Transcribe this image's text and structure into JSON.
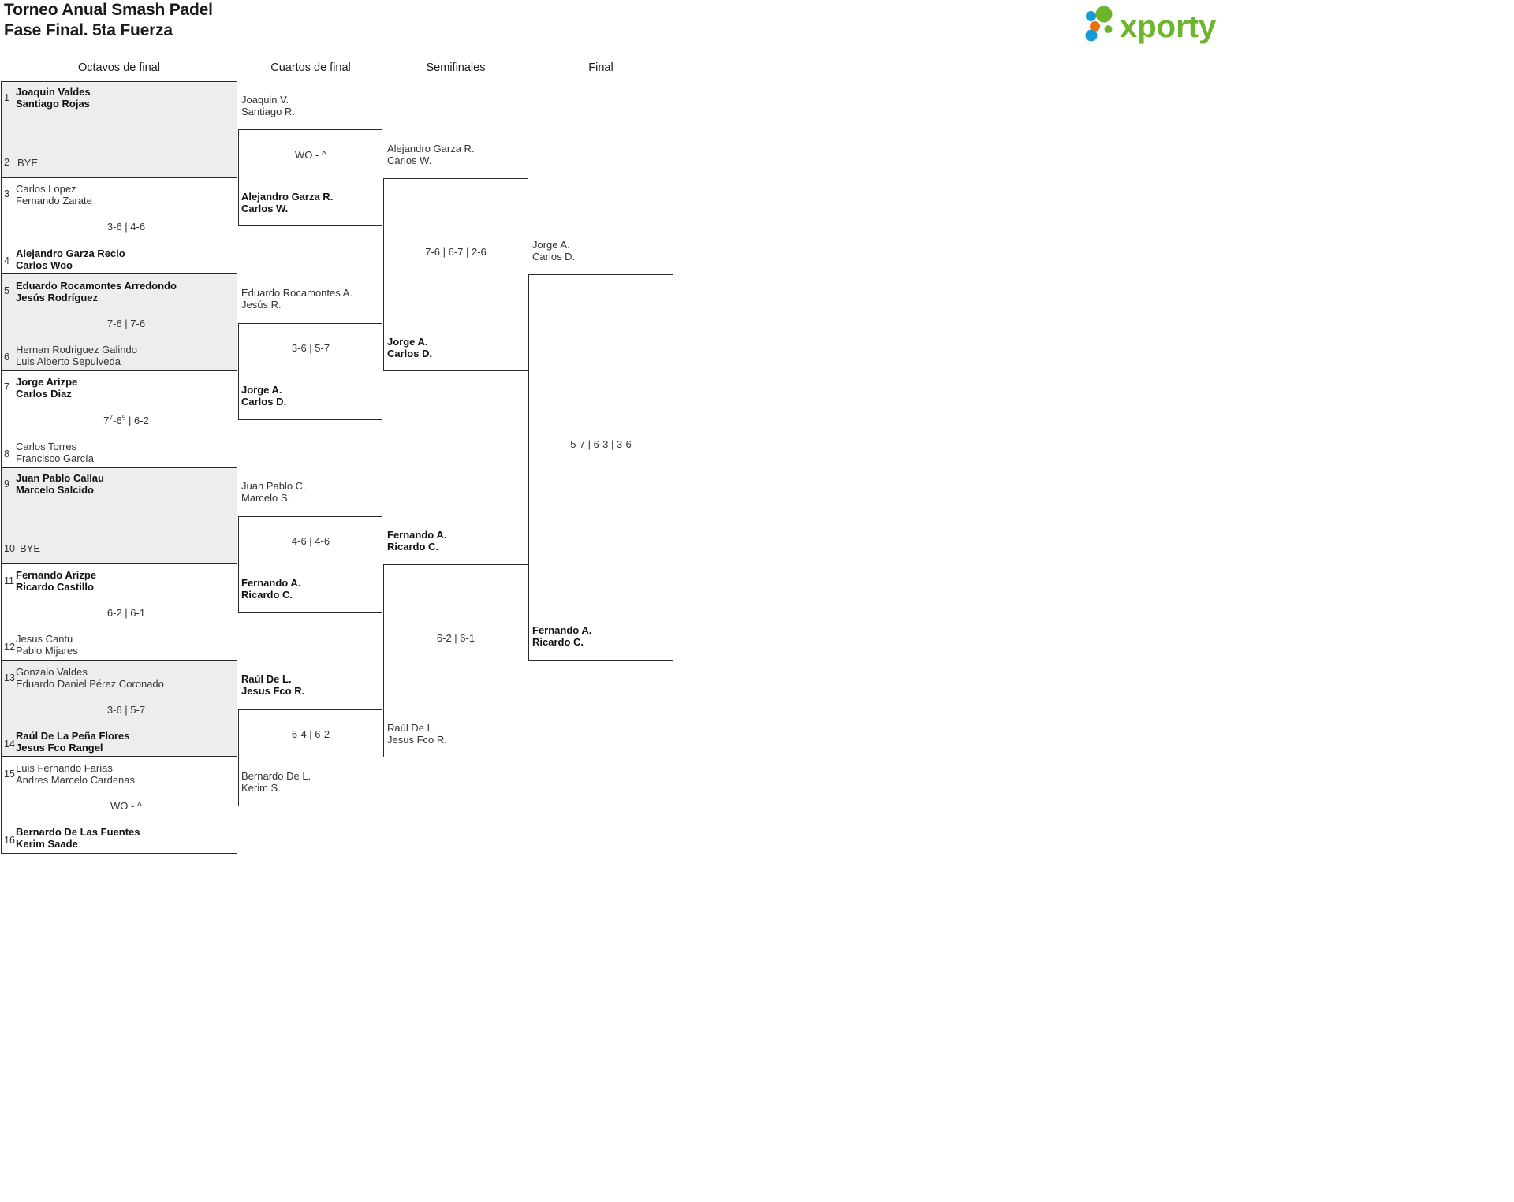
{
  "header": {
    "title_line1": "Torneo Anual Smash Padel",
    "title_line2": "Fase Final. 5ta Fuerza",
    "logo_text": "xporty",
    "logo_colors": {
      "blue": "#179bd7",
      "orange": "#e8720c",
      "green": "#6cb52d"
    }
  },
  "rounds": [
    {
      "key": "r16",
      "label": "Octavos de final"
    },
    {
      "key": "qf",
      "label": "Cuartos de final"
    },
    {
      "key": "sf",
      "label": "Semifinales"
    },
    {
      "key": "final",
      "label": "Final"
    }
  ],
  "r16": {
    "entries": [
      {
        "seed": "1",
        "p1": "Joaquin Valdes",
        "p2": "Santiago Rojas",
        "winner": true
      },
      {
        "seed": "2",
        "bye": "BYE"
      },
      {
        "seed": "3",
        "p1": "Carlos Lopez",
        "p2": "Fernando Zarate",
        "winner": false
      },
      {
        "seed": "4",
        "p1": "Alejandro Garza Recio",
        "p2": "Carlos Woo",
        "winner": true
      },
      {
        "seed": "5",
        "p1": "Eduardo Rocamontes Arredondo",
        "p2": "Jesús Rodríguez",
        "winner": true
      },
      {
        "seed": "6",
        "p1": "Hernan Rodriguez Galindo",
        "p2": "Luis Alberto Sepulveda",
        "winner": false
      },
      {
        "seed": "7",
        "p1": "Jorge Arizpe",
        "p2": "Carlos Diaz",
        "winner": true
      },
      {
        "seed": "8",
        "p1": "Carlos Torres",
        "p2": "Francisco García",
        "winner": false
      },
      {
        "seed": "9",
        "p1": "Juan Pablo Callau",
        "p2": "Marcelo Salcido",
        "winner": true
      },
      {
        "seed": "10",
        "bye": "BYE"
      },
      {
        "seed": "11",
        "p1": "Fernando Arizpe",
        "p2": "Ricardo Castillo",
        "winner": true
      },
      {
        "seed": "12",
        "p1": "Jesus Cantu",
        "p2": "Pablo Mijares",
        "winner": false
      },
      {
        "seed": "13",
        "p1": "Gonzalo Valdes",
        "p2": "Eduardo Daniel Pérez Coronado",
        "winner": false
      },
      {
        "seed": "14",
        "p1": "Raúl De La Peña Flores",
        "p2": "Jesus Fco Rangel",
        "winner": true
      },
      {
        "seed": "15",
        "p1": "Luis Fernando Farias",
        "p2": "Andres Marcelo Cardenas",
        "winner": false
      },
      {
        "seed": "16",
        "p1": "Bernardo De Las Fuentes",
        "p2": "Kerim Saade",
        "winner": true
      }
    ],
    "scores": [
      "",
      "3-6 | 4-6",
      "7-6 | 7-6",
      "7|7-6|5 | 6-2",
      "",
      "6-2 | 6-1",
      "3-6 | 5-7",
      "WO - ^"
    ]
  },
  "qf": {
    "entries": [
      {
        "p1": "Joaquin V.",
        "p2": "Santiago R.",
        "winner": false
      },
      {
        "p1": "Alejandro Garza R.",
        "p2": "Carlos W.",
        "winner": true
      },
      {
        "p1": "Eduardo Rocamontes A.",
        "p2": "Jesús R.",
        "winner": false
      },
      {
        "p1": "Jorge A.",
        "p2": "Carlos D.",
        "winner": true
      },
      {
        "p1": "Juan Pablo C.",
        "p2": "Marcelo S.",
        "winner": false
      },
      {
        "p1": "Fernando A.",
        "p2": "Ricardo C.",
        "winner": true
      },
      {
        "p1": "Raúl De L.",
        "p2": "Jesus Fco R.",
        "winner": true
      },
      {
        "p1": "Bernardo De L.",
        "p2": "Kerim S.",
        "winner": false
      }
    ],
    "scores": [
      "WO - ^",
      "3-6 | 5-7",
      "4-6 | 4-6",
      "6-4 | 6-2"
    ]
  },
  "sf": {
    "entries": [
      {
        "p1": "Alejandro Garza R.",
        "p2": "Carlos W.",
        "winner": false
      },
      {
        "p1": "Jorge A.",
        "p2": "Carlos D.",
        "winner": true
      },
      {
        "p1": "Fernando A.",
        "p2": "Ricardo C.",
        "winner": true
      },
      {
        "p1": "Raúl De L.",
        "p2": "Jesus Fco R.",
        "winner": false
      }
    ],
    "scores": [
      "7-6 | 6-7 | 2-6",
      "6-2 | 6-1"
    ]
  },
  "final": {
    "entries": [
      {
        "p1": "Jorge A.",
        "p2": "Carlos D.",
        "winner": false
      },
      {
        "p1": "Fernando A.",
        "p2": "Ricardo C.",
        "winner": true
      }
    ],
    "scores": [
      "5-7 | 6-3 | 3-6"
    ]
  }
}
